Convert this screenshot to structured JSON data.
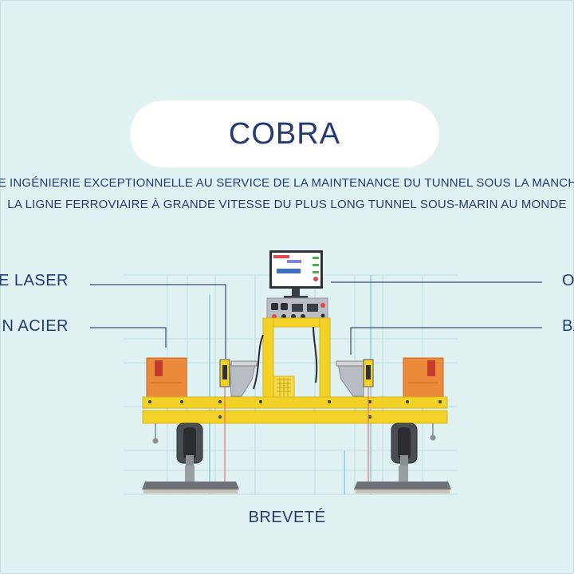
{
  "header": {
    "title": "COBRA"
  },
  "subtitle": {
    "line1": "NE INGÉNIERIE EXCEPTIONNELLE AU SERVICE DE LA MAINTENANCE DU TUNNEL SOUS LA MANCHE",
    "line2": "LA LIGNE FERROVIAIRE À GRANDE VITESSE DU PLUS LONG TUNNEL SOUS-MARIN AU MONDE"
  },
  "callouts": {
    "left_top": "E LASER",
    "left_bottom": "N ACIER",
    "right_top": "O",
    "right_bottom": "BA"
  },
  "footer": {
    "label": "BREVETÉ"
  },
  "colors": {
    "background": "#dff1f1",
    "text": "#233a74",
    "frame_yellow": "#f2d227",
    "box_orange": "#ec8a3c",
    "rail_grey": "#8a8a8a"
  }
}
